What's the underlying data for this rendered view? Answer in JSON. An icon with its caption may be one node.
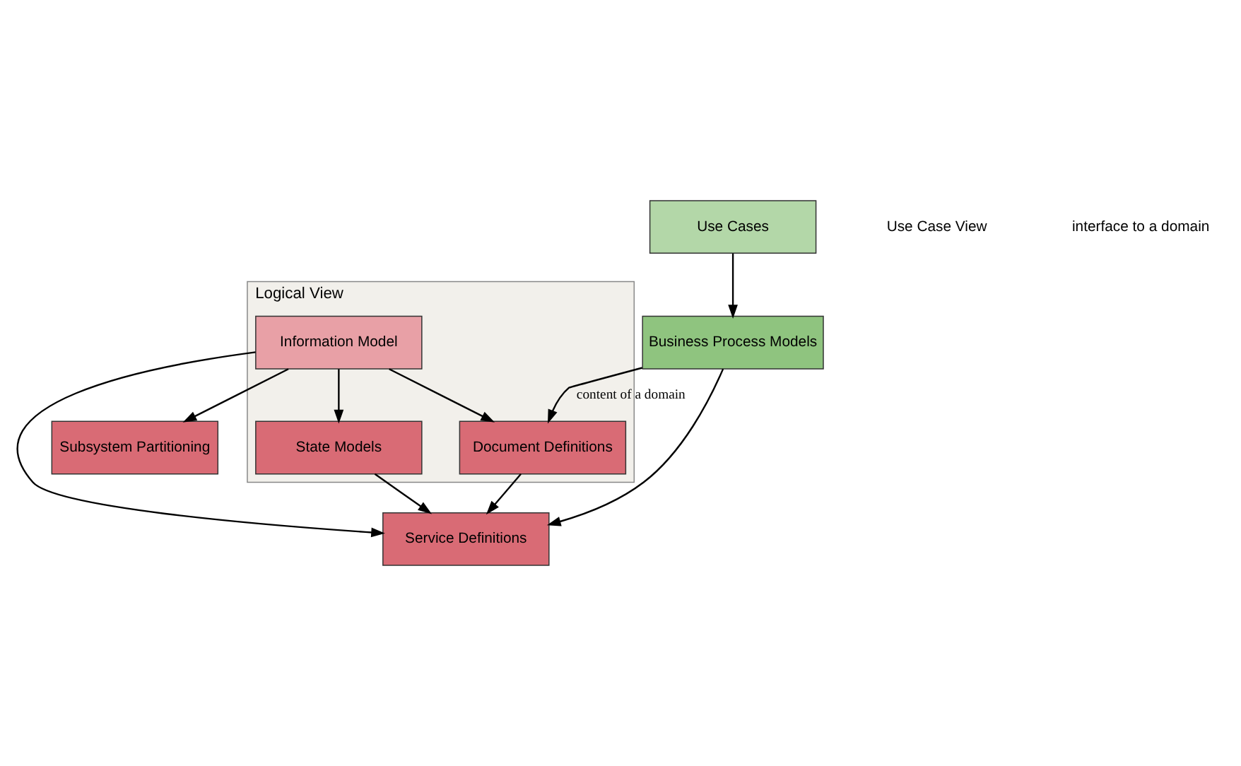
{
  "diagram": {
    "nodes": [
      {
        "text": [
          "Logical View"
        ]
      },
      {
        "text": [
          "Subsystem Partitioning"
        ]
      },
      {
        "text": [
          "Information Model"
        ],
        "in": 0
      },
      {
        "text": [
          "Document Definitions"
        ],
        "in": 0
      },
      {
        "text": [
          "State Models"
        ],
        "in": 0
      },
      {
        "text": [
          "Service Definitions"
        ]
      },
      {
        "text": [
          "Use Cases"
        ]
      },
      {
        "text": [
          "Business Process Models"
        ]
      }
    ],
    "edges": [
      {
        "from": 2,
        "to": 1,
        "arrow": "to"
      },
      {
        "from": 2,
        "to": 3,
        "arrow": "to"
      },
      {
        "from": 2,
        "to": 4,
        "arrow": "to"
      },
      {
        "from": 2,
        "to": 5,
        "arrow": "to"
      },
      {
        "from": 4,
        "to": 5,
        "arrow": "to"
      },
      {
        "from": 3,
        "to": 5,
        "arrow": "to"
      },
      {
        "from": 7,
        "to": 5,
        "arrow": "to"
      },
      {
        "from": 6,
        "to": 7,
        "arrow": "to"
      },
      {
        "from": 7,
        "to": 3,
        "arrow": "to",
        "label": "content of a domain"
      }
    ],
    "labels": [
      "Use Case View",
      "interface to a domain"
    ]
  }
}
